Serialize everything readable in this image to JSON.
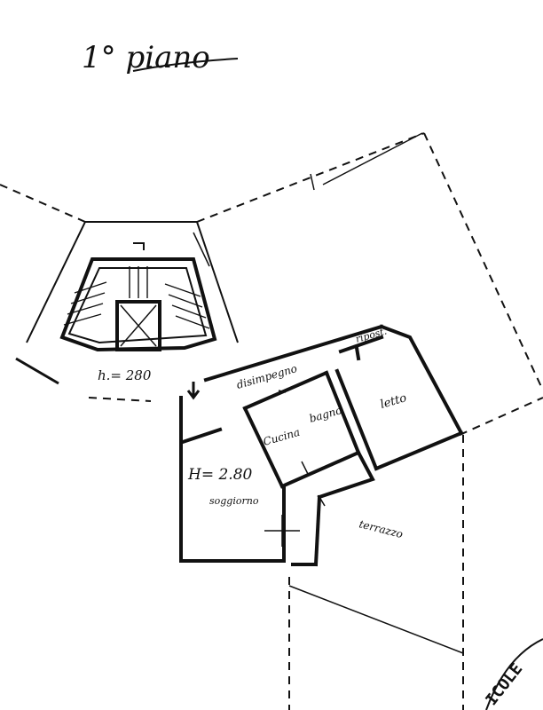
{
  "title": "1° piano",
  "stair_height_label": "h.= 280",
  "apartment_height_label": "H= 2.80",
  "rooms": {
    "disimpegno": "disimpegno",
    "ripost": "ripost.",
    "letto": "letto",
    "cucina": "Cucina",
    "bagno": "bagno",
    "soggiorno": "soggiorno",
    "terrazzo": "terrazzo"
  },
  "stamp_text": "ICOLE",
  "colors": {
    "ink": "#111111",
    "paper": "#ffffff"
  }
}
